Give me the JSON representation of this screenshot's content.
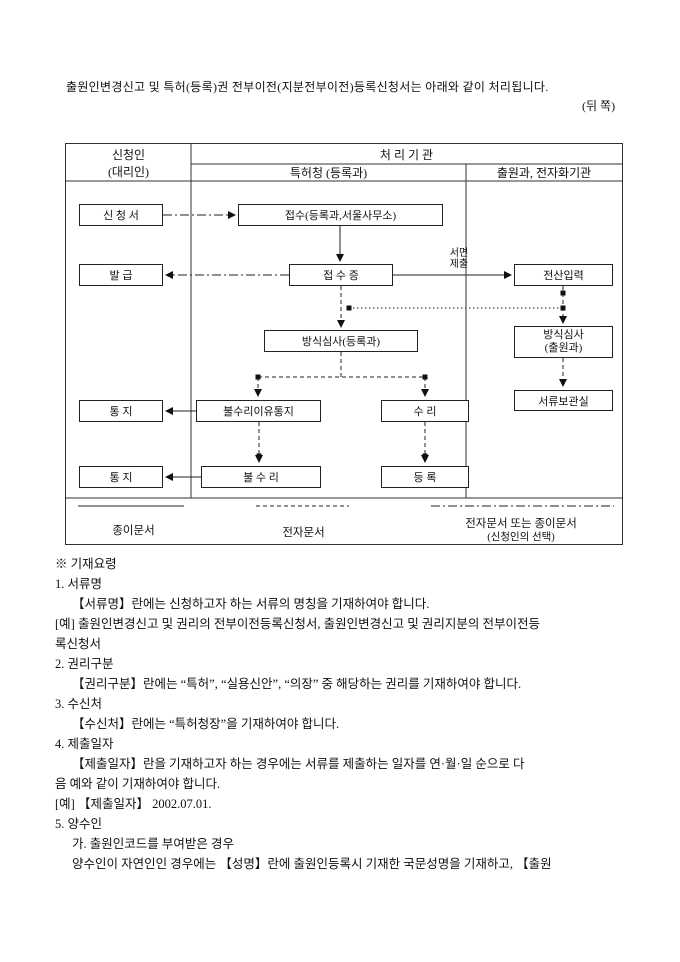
{
  "page": {
    "intro_line": "출원인변경신고 및 특허(등록)권 전부이전(지분전부이전)등록신청서는 아래와 같이 처리됩니다.",
    "back_note": "(뒤 쪽)"
  },
  "diagram": {
    "header": {
      "applicant": "신청인",
      "applicant2": "(대리인)",
      "org": "처 리 기 관",
      "org_left": "특허청 (등록과)",
      "org_right": "출원과, 전자화기관"
    },
    "nodes": {
      "application": "신 청 서",
      "receive": "접수(등록과,서울사무소)",
      "issue": "발  급",
      "receipt": "접 수 증",
      "computer_input": "전산입력",
      "formality_reg": "방식심사(등록과)",
      "formality_app1": "방식심사",
      "formality_app2": "(출원과)",
      "storage": "서류보관실",
      "rejection_reason": "불수리이유통지",
      "accept": "수  리",
      "notice1": "통  지",
      "reject": "불 수 리",
      "register": "등  록",
      "notice2": "통  지"
    },
    "edge_labels": {
      "paper_submit1": "서면",
      "paper_submit2": "제출"
    },
    "legend": {
      "paper": "종이문서",
      "electronic": "전자문서",
      "mixed": "전자문서 또는 종이문서",
      "mixed_sub": "(신청인의 선택)"
    }
  },
  "instructions": {
    "lines": [
      "※ 기재요령",
      "1. 서류명",
      "【서류명】란에는 신청하고자 하는 서류의 명칭을 기재하여야 합니다.",
      "[예] 출원인변경신고 및 권리의 전부이전등록신청서, 출원인변경신고 및 권리지분의 전부이전등",
      "록신청서",
      "2. 권리구분",
      "【권리구분】란에는 “특허”, “실용신안”, “의장” 중 해당하는 권리를 기재하여야 합니다.",
      "3. 수신처",
      "【수신처】란에는 “특허청장”을 기재하여야 합니다.",
      "4. 제출일자",
      "【제출일자】란을 기재하고자 하는 경우에는 서류를 제출하는 일자를 연·월·일 순으로 다",
      "음 예와 같이 기재하여야 합니다.",
      "[예] 【제출일자】 2002.07.01.",
      "5. 양수인",
      "가. 출원인코드를 부여받은 경우",
      "양수인이 자연인인 경우에는 【성명】란에 출원인등록시 기재한 국문성명을 기재하고, 【출원"
    ]
  }
}
